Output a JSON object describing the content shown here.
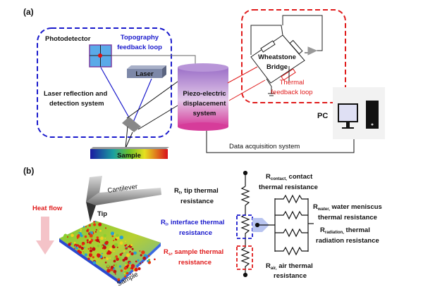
{
  "panel_a": {
    "label": "(a)",
    "photodetector": "Photodetector",
    "topography_loop": [
      "Topography",
      "feedback loop"
    ],
    "laser": "Laser",
    "laser_system": [
      "Laser reflection and",
      "detection system"
    ],
    "sample": "Sample",
    "piezo": [
      "Piezo-electric",
      "displacement",
      "system"
    ],
    "wheatstone": [
      "Wheatstone",
      "Bridge"
    ],
    "thermal_loop": [
      "Thermal",
      "feedback loop"
    ],
    "pc": "PC",
    "daq": "Data acquisition system"
  },
  "panel_b": {
    "label": "(b)",
    "cantilever": "Cantilever",
    "tip": "Tip",
    "heat_flow": "Heat flow",
    "sample": "Sample",
    "r_tip": {
      "sym": "R",
      "sub": "t",
      "text": ", tip thermal",
      "line2": "resistance"
    },
    "r_interface": {
      "sym": "R",
      "sub": "I",
      "text": ", interface thermal",
      "line2": "resistance"
    },
    "r_sample": {
      "sym": "R",
      "sub": "s",
      "text": ", sample thermal",
      "line2": "resistance"
    },
    "r_contact": {
      "sym": "R",
      "sub": "contact,",
      "text": " contact",
      "line2": "thermal resistance"
    },
    "r_water": {
      "sym": "R",
      "sub": "water,",
      "text": " water meniscus",
      "line2": "thermal resistance"
    },
    "r_radiation": {
      "sym": "R",
      "sub": "radiation,",
      "text": " thermal",
      "line2": "radiation resistance"
    },
    "r_air": {
      "sym": "R",
      "sub": "air,",
      "text": " air thermal",
      "line2": "resistance"
    }
  },
  "colors": {
    "topography": "#1a1acc",
    "thermal": "#e01b1b",
    "heat_arrow": "#f4c3c8"
  }
}
